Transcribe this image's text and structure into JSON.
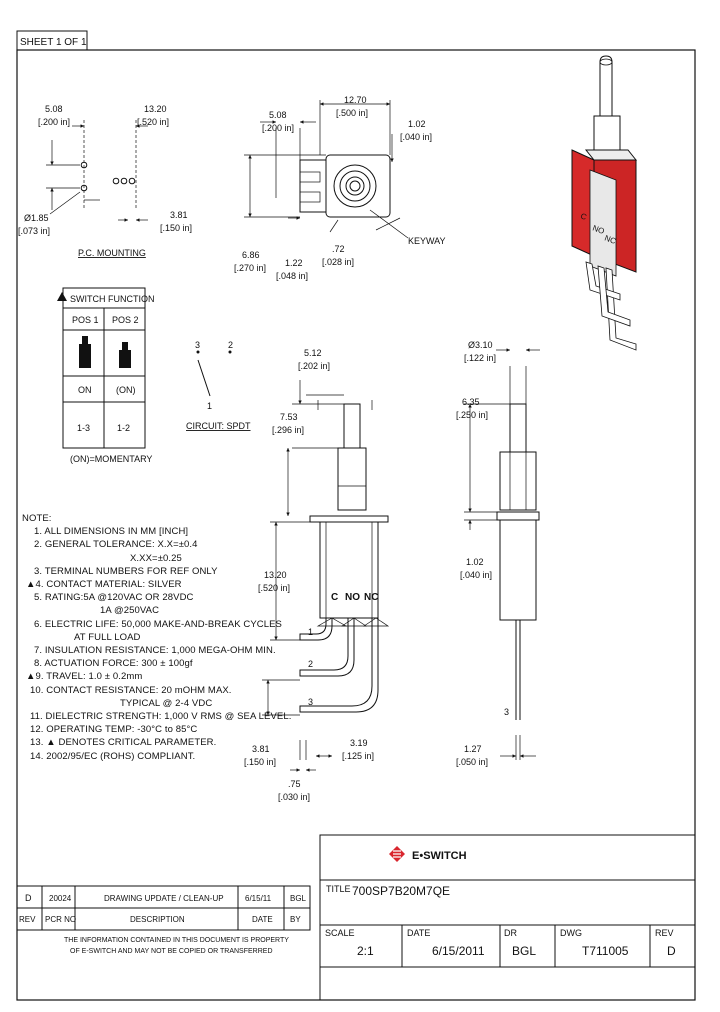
{
  "sheet_label": "SHEET 1 OF 1",
  "pc_mounting": {
    "label": "P.C. MOUNTING",
    "dim_508": "5.08",
    "dim_508_in": "[.200 in]",
    "dim_1320": "13.20",
    "dim_1320_in": "[.520 in]",
    "dim_185": "Ø1.85",
    "dim_185_in": "[.073 in]",
    "dim_381": "3.81",
    "dim_381_in": "[.150 in]"
  },
  "top_view": {
    "dim_508": "5.08",
    "dim_508_in": "[.200 in]",
    "dim_1270": "12.70",
    "dim_1270_in": "[.500 in]",
    "dim_102": "1.02",
    "dim_102_in": "[.040 in]",
    "dim_686": "6.86",
    "dim_686_in": "[.270 in]",
    "dim_122": "1.22",
    "dim_122_in": "[.048 in]",
    "dim_72": ".72",
    "dim_72_in": "[.028 in]",
    "keyway": "KEYWAY"
  },
  "switch_function": {
    "title": "SWITCH FUNCTION",
    "col1": "POS 1",
    "col2": "POS 2",
    "state1": "ON",
    "state2": "(ON)",
    "term1": "1-3",
    "term2": "1-2",
    "footnote": "(ON)=MOMENTARY"
  },
  "circuit": {
    "label": "CIRCUIT: SPDT",
    "t3": "3",
    "t2": "2",
    "t1": "1"
  },
  "front_view": {
    "dim_512": "5.12",
    "dim_512_in": "[.202 in]",
    "dim_753": "7.53",
    "dim_753_in": "[.296 in]",
    "dim_1320": "13.20",
    "dim_1320_in": "[.520 in]",
    "c": "C",
    "no": "NO",
    "nc": "NC",
    "p1": "1",
    "p2": "2",
    "p3": "3",
    "dim_381": "3.81",
    "dim_381_in": "[.150 in]",
    "dim_319": "3.19",
    "dim_319_in": "[.125 in]",
    "dim_75": ".75",
    "dim_75_in": "[.030 in]"
  },
  "side_view": {
    "dim_310": "Ø3.10",
    "dim_310_in": "[.122 in]",
    "dim_635": "6.35",
    "dim_635_in": "[.250 in]",
    "dim_102": "1.02",
    "dim_102_in": "[.040 in]",
    "p3": "3",
    "dim_127": "1.27",
    "dim_127_in": "[.050 in]"
  },
  "iso_view": {
    "c": "C",
    "no": "NO",
    "nc": "NC"
  },
  "notes": {
    "heading": "NOTE:",
    "items": [
      "1. ALL DIMENSIONS IN MM [INCH]",
      "2. GENERAL TOLERANCE: X.X=±0.4",
      "X.XX=±0.25",
      "3. TERMINAL NUMBERS FOR REF ONLY",
      "4. CONTACT MATERIAL: SILVER",
      "5. RATING:5A @120VAC OR 28VDC",
      "1A @250VAC",
      "6. ELECTRIC LIFE: 50,000 MAKE-AND-BREAK CYCLES",
      "AT FULL LOAD",
      "7. INSULATION RESISTANCE: 1,000 MEGA-OHM MIN.",
      "8. ACTUATION FORCE: 300 ± 100gf",
      "9. TRAVEL: 1.0 ± 0.2mm",
      "10. CONTACT RESISTANCE: 20 mOHM MAX.",
      "TYPICAL @ 2-4 VDC",
      "11. DIELECTRIC STRENGTH: 1,000 V RMS @ SEA LEVEL.",
      "12. OPERATING TEMP: -30°C to 85°C",
      "13. ▲ DENOTES CRITICAL PARAMETER.",
      "14. 2002/95/EC (ROHS) COMPLIANT."
    ]
  },
  "title_block": {
    "brand": "E•SWITCH",
    "title_label": "TITLE",
    "title": "700SP7B20M7QE",
    "scale_label": "SCALE",
    "scale": "2:1",
    "date_label": "DATE",
    "date": "6/15/2011",
    "dr_label": "DR",
    "dr": "BGL",
    "dwg_label": "DWG",
    "dwg": "T711005",
    "rev_label": "REV",
    "rev": "D"
  },
  "revision_block": {
    "rev": "D",
    "pcr": "20024",
    "description": "DRAWING UPDATE / CLEAN-UP",
    "date": "6/15/11",
    "by": "BGL",
    "h_rev": "REV",
    "h_pcr": "PCR NO",
    "h_desc": "DESCRIPTION",
    "h_date": "DATE",
    "h_by": "BY",
    "prop_line1": "THE INFORMATION CONTAINED IN THIS DOCUMENT IS PROPERTY",
    "prop_line2": "OF E-SWITCH AND MAY NOT BE COPIED OR TRANSFERRED"
  },
  "colors": {
    "switch_red": "#d62a2a",
    "brand_red": "#d9262e"
  }
}
